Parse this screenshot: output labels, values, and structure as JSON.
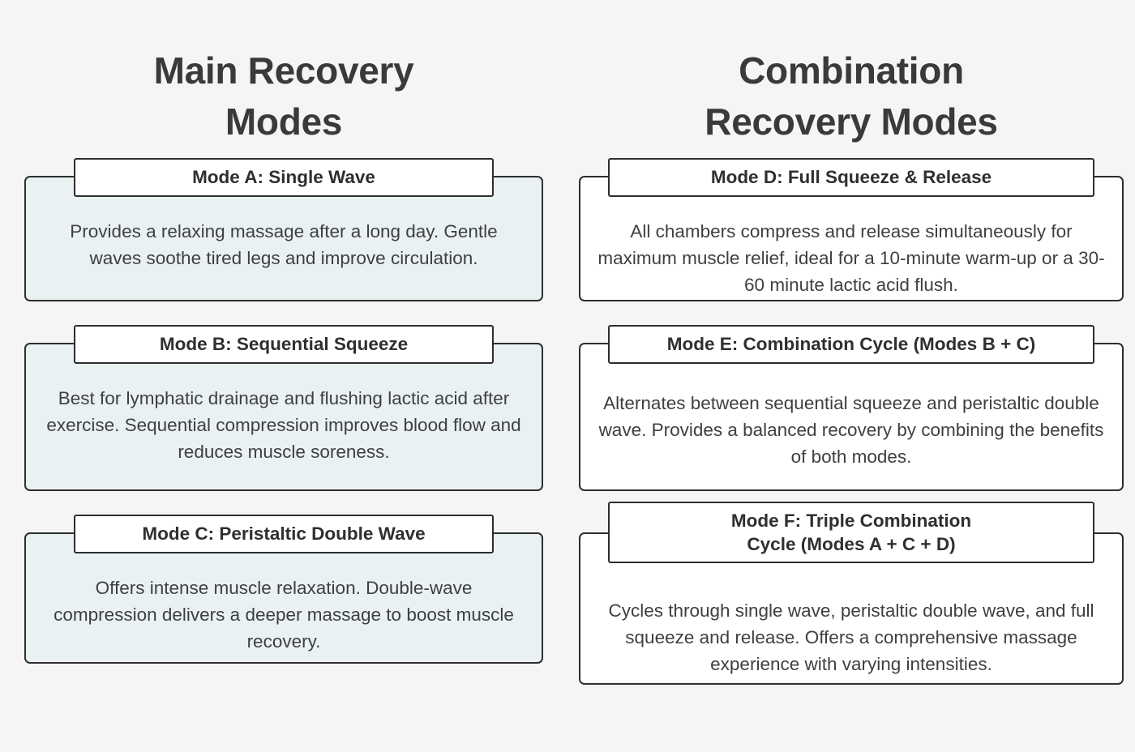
{
  "page": {
    "background_color": "#f5f5f5",
    "heading_color": "#3a3a3a",
    "border_color": "#2e2e2e",
    "left_card_fill": "#e9f1f3",
    "right_card_fill": "#ffffff"
  },
  "columns": [
    {
      "id": "main-recovery-modes",
      "heading": "Main Recovery\nModes",
      "cards": [
        {
          "id": "mode-a",
          "title": "Mode A: Single Wave",
          "body": "Provides a relaxing massage after a long day. Gentle waves soothe tired legs and improve circulation."
        },
        {
          "id": "mode-b",
          "title": "Mode B: Sequential Squeeze",
          "body": "Best for lymphatic drainage and flushing lactic acid after exercise. Sequential compression improves blood flow and reduces muscle soreness."
        },
        {
          "id": "mode-c",
          "title": "Mode C: Peristaltic Double Wave",
          "body": "Offers intense muscle relaxation. Double-wave compression delivers a deeper massage to boost muscle recovery."
        }
      ]
    },
    {
      "id": "combination-recovery-modes",
      "heading": "Combination\nRecovery Modes",
      "cards": [
        {
          "id": "mode-d",
          "title": "Mode D: Full Squeeze & Release",
          "body": "All chambers compress and release simultaneously for maximum muscle relief, ideal for a 10-minute warm-up or a 30-60 minute lactic acid flush."
        },
        {
          "id": "mode-e",
          "title": "Mode E: Combination Cycle (Modes B + C)",
          "body": "Alternates between sequential squeeze and peristaltic double wave. Provides a balanced recovery by combining the benefits of both modes."
        },
        {
          "id": "mode-f",
          "title": "Mode F: Triple Combination\nCycle (Modes A + C + D)",
          "body": "Cycles through single wave, peristaltic double wave, and full squeeze and release. Offers a comprehensive massage experience with varying intensities."
        }
      ]
    }
  ]
}
